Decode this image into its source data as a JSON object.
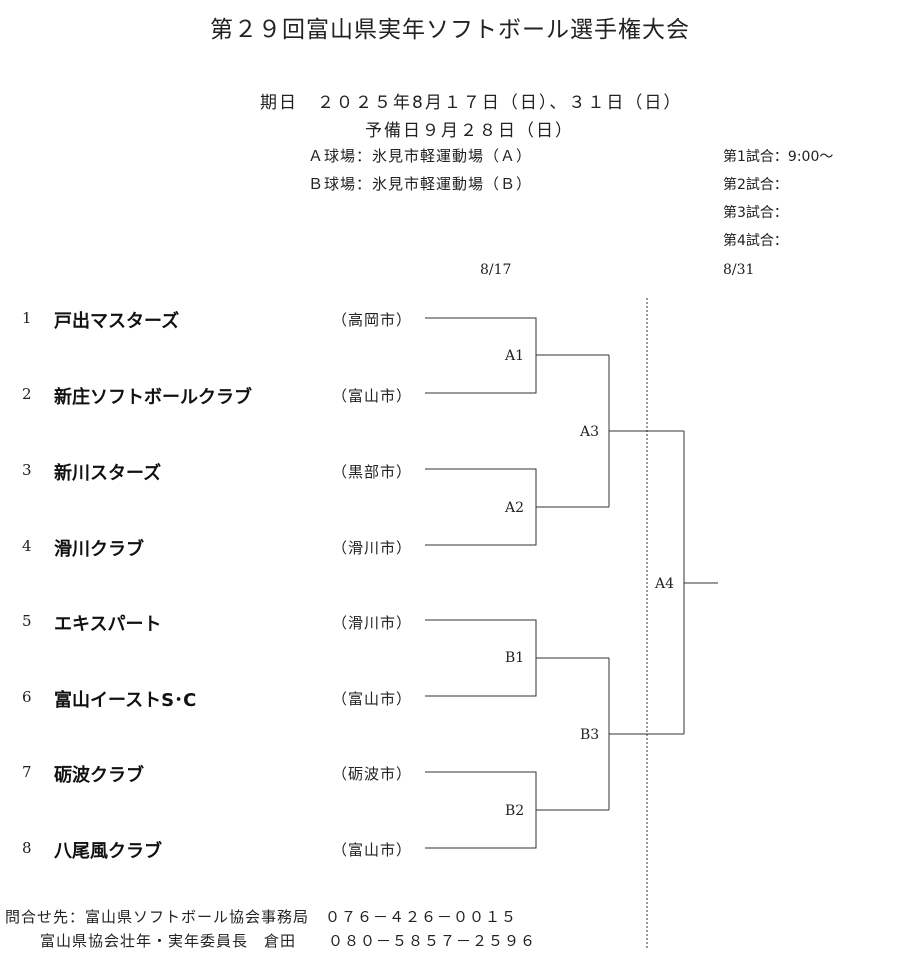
{
  "header": {
    "title": "第２９回富山県実年ソフトボール選手権大会",
    "date_line": "期日　２０２５年8月１７日（日）、３１日（日）",
    "reserve_line": "予備日９月２８日（日）",
    "venue_a": "Ａ球場：氷見市軽運動場（Ａ）",
    "venue_b": "Ｂ球場：氷見市軽運動場（Ｂ）"
  },
  "schedule": [
    {
      "label": "第1試合：",
      "time": "9:00～"
    },
    {
      "label": "第2試合：",
      "time": ""
    },
    {
      "label": "第3試合：",
      "time": ""
    },
    {
      "label": "第4試合：",
      "time": ""
    }
  ],
  "rounds": {
    "day1": "8/17",
    "day2": "8/31"
  },
  "teams": [
    {
      "num": "1",
      "name": "戸出マスターズ",
      "city": "（高岡市）"
    },
    {
      "num": "2",
      "name": "新庄ソフトボールクラブ",
      "city": "（富山市）"
    },
    {
      "num": "3",
      "name": "新川スターズ",
      "city": "（黒部市）"
    },
    {
      "num": "4",
      "name": "滑川クラブ",
      "city": "（滑川市）"
    },
    {
      "num": "5",
      "name": "エキスパート",
      "city": "（滑川市）"
    },
    {
      "num": "6",
      "name": "富山イーストS･C",
      "city": "（富山市）"
    },
    {
      "num": "7",
      "name": "砺波クラブ",
      "city": "（砺波市）"
    },
    {
      "num": "8",
      "name": "八尾風クラブ",
      "city": "（富山市）"
    }
  ],
  "games": {
    "a1": "A1",
    "a2": "A2",
    "a3": "A3",
    "a4": "A4",
    "b1": "B1",
    "b2": "B2",
    "b3": "B3"
  },
  "contact": {
    "line1": "問合せ先：富山県ソフトボール協会事務局　０７６－４２６－００１５",
    "line2": "富山県協会壮年・実年委員長　倉田　　０８０－５８５７－２５９６"
  }
}
